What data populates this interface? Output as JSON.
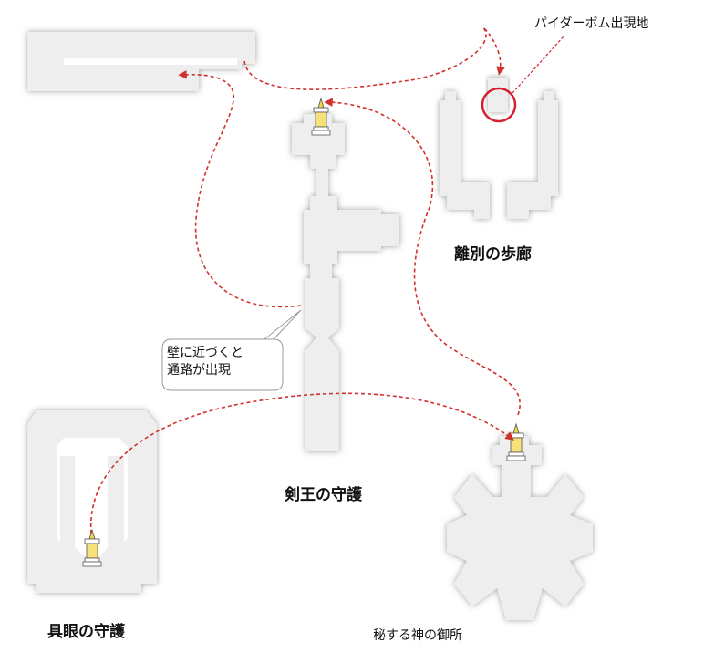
{
  "areas": {
    "sword_king": "剣王の守護",
    "parting_corridor": "離別の歩廊",
    "all_seeing": "具眼の守護",
    "secret_god": "秘する神の御所"
  },
  "callout": {
    "line1": "壁に近づくと",
    "line2": "通路が出現"
  },
  "spawn_label": "パイダーボム出現地",
  "colors": {
    "route": "#d0312d",
    "floor": "#eeeeee",
    "spawn_circle": "#d62030",
    "marker": "#f2d34a"
  },
  "icons": {
    "marker": "lantern-marker-icon",
    "spawn": "spawn-circle-icon"
  }
}
